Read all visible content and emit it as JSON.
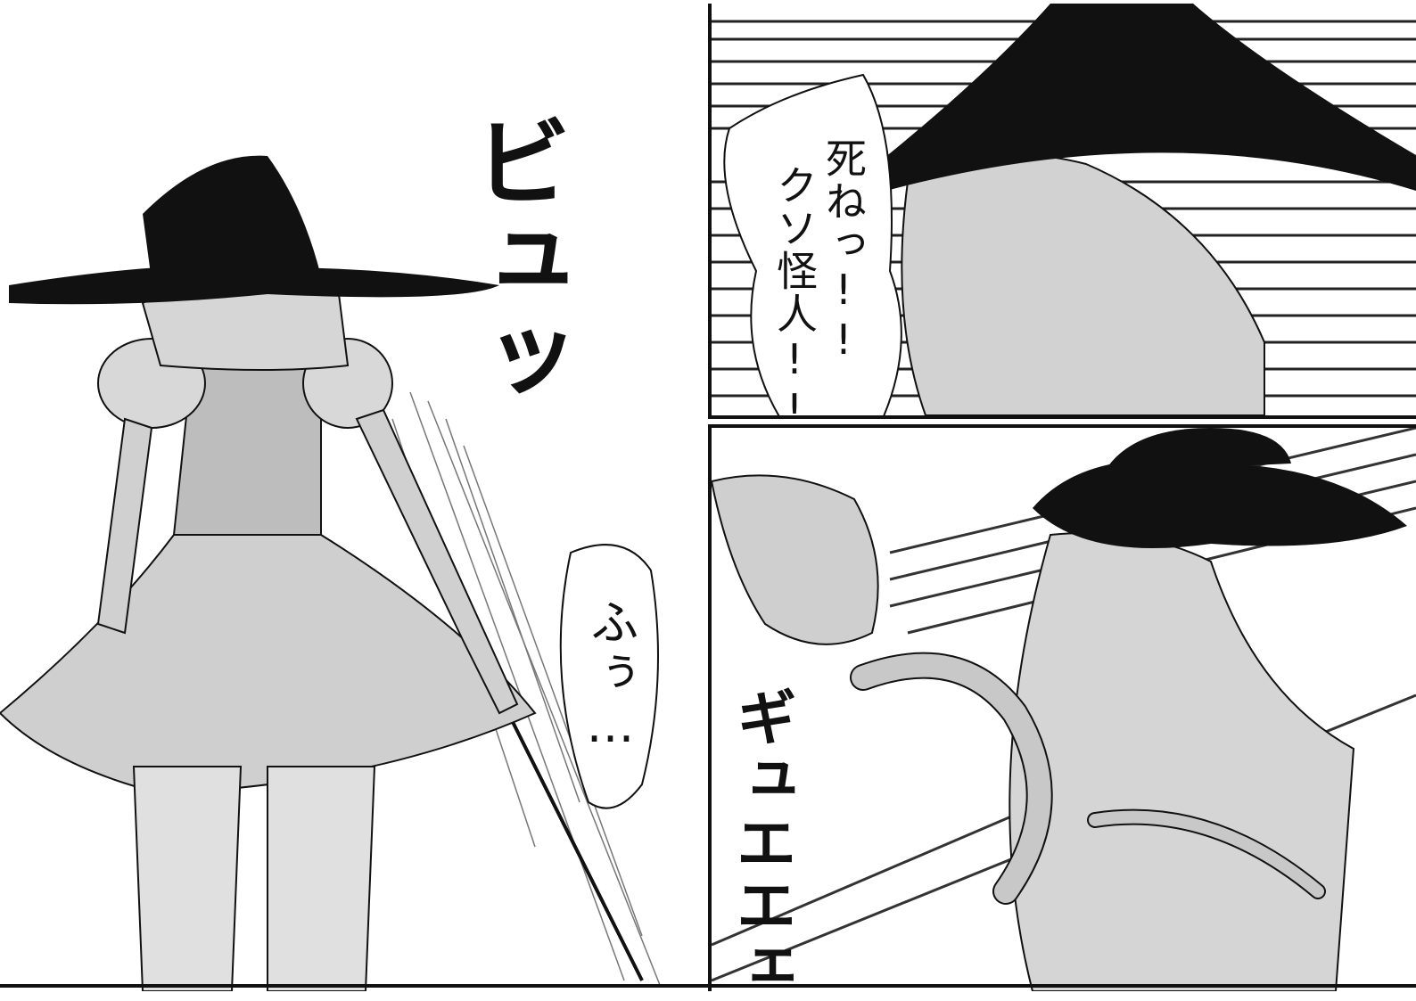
{
  "panels": {
    "left": {
      "sfx": "ビュッ",
      "balloon": "ふぅ…"
    },
    "top_right": {
      "balloon_line1": "死ねっ!!",
      "balloon_line2": "クソ怪人!!"
    },
    "bottom_right": {
      "sfx": "ギュエエェ"
    }
  },
  "colors": {
    "ink": "#111111",
    "screentone": "#bdbdbd",
    "paper": "#ffffff"
  }
}
